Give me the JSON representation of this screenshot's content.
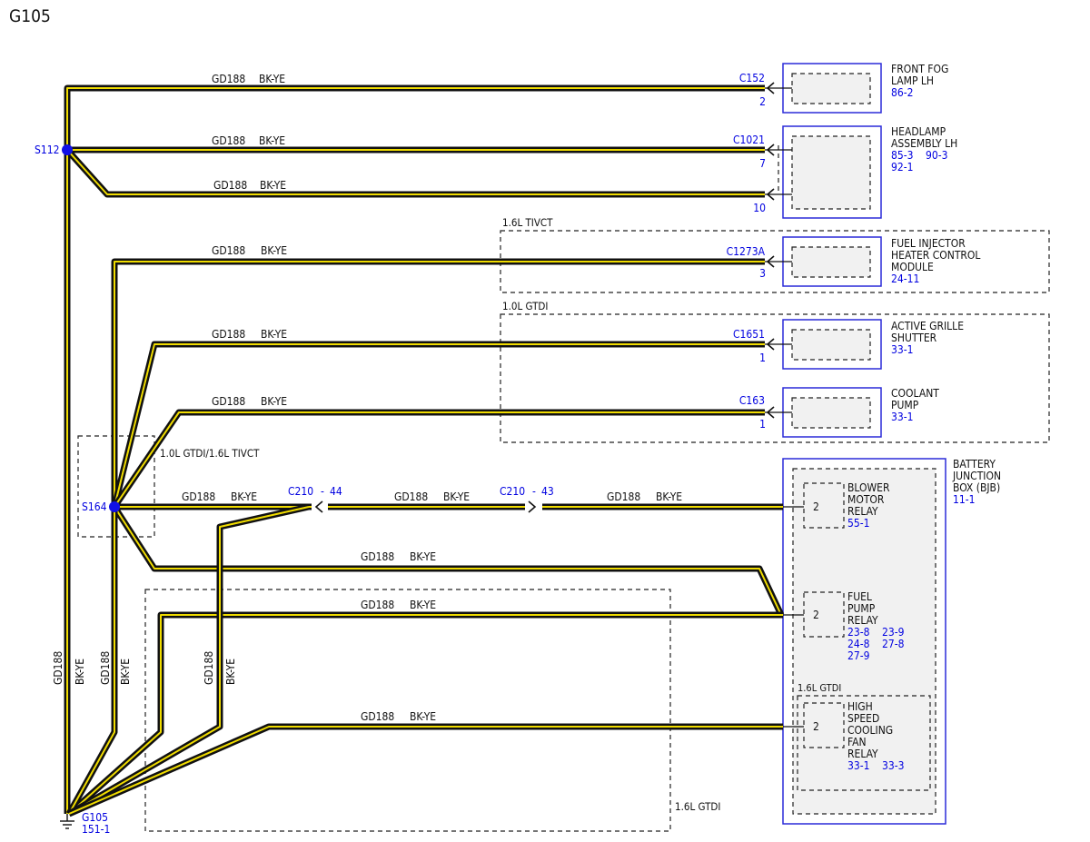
{
  "title": "G105",
  "wire": {
    "circuit": "GD188",
    "color": "BK-YE",
    "stripe_color": "#f0dc00",
    "base_color": "#111111"
  },
  "splices": {
    "s112": "S112",
    "s164": "S164"
  },
  "ground": {
    "name": "G105",
    "ref": "151-1"
  },
  "options": {
    "tivct_16": "1.6L TIVCT",
    "gtdi_10": "1.0L GTDI",
    "gtdi_tivct": "1.0L GTDI/1.6L TIVCT",
    "gtdi_16": "1.6L GTDI",
    "gtdi_16_inner": "1.6L GTDI"
  },
  "connectors": {
    "c152": {
      "name": "C152",
      "pin": "2"
    },
    "c1021": {
      "name": "C1021",
      "pin_a": "7",
      "pin_b": "10"
    },
    "c1273a": {
      "name": "C1273A",
      "pin": "3"
    },
    "c1651": {
      "name": "C1651",
      "pin": "1"
    },
    "c163": {
      "name": "C163",
      "pin": "1"
    },
    "c210_a": {
      "name": "C210",
      "sep": "-",
      "pin": "44"
    },
    "c210_b": {
      "name": "C210",
      "sep": "-",
      "pin": "43"
    }
  },
  "components": {
    "fog": {
      "line1": "FRONT FOG",
      "line2": "LAMP LH",
      "ref": "86-2"
    },
    "headlamp": {
      "line1": "HEADLAMP",
      "line2": "ASSEMBLY LH",
      "ref1": "85-3",
      "ref2": "90-3",
      "ref3": "92-1"
    },
    "injector": {
      "line1": "FUEL INJECTOR",
      "line2": "HEATER CONTROL",
      "line3": "MODULE",
      "ref": "24-11"
    },
    "grille": {
      "line1": "ACTIVE GRILLE",
      "line2": "SHUTTER",
      "ref": "33-1"
    },
    "coolant": {
      "line1": "COOLANT",
      "line2": "PUMP",
      "ref": "33-1"
    },
    "bjb": {
      "line1": "BATTERY",
      "line2": "JUNCTION",
      "line3": "BOX (BJB)",
      "ref": "11-1"
    },
    "blower": {
      "pin": "2",
      "line1": "BLOWER",
      "line2": "MOTOR",
      "line3": "RELAY",
      "ref": "55-1"
    },
    "fuelpump": {
      "pin": "2",
      "line1": "FUEL",
      "line2": "PUMP",
      "line3": "RELAY",
      "ref1": "23-8",
      "ref2": "23-9",
      "ref3": "24-8",
      "ref4": "27-8",
      "ref5": "27-9"
    },
    "fan": {
      "pin": "2",
      "line1": "HIGH",
      "line2": "SPEED",
      "line3": "COOLING",
      "line4": "FAN",
      "line5": "RELAY",
      "ref1": "33-1",
      "ref2": "33-3"
    }
  }
}
